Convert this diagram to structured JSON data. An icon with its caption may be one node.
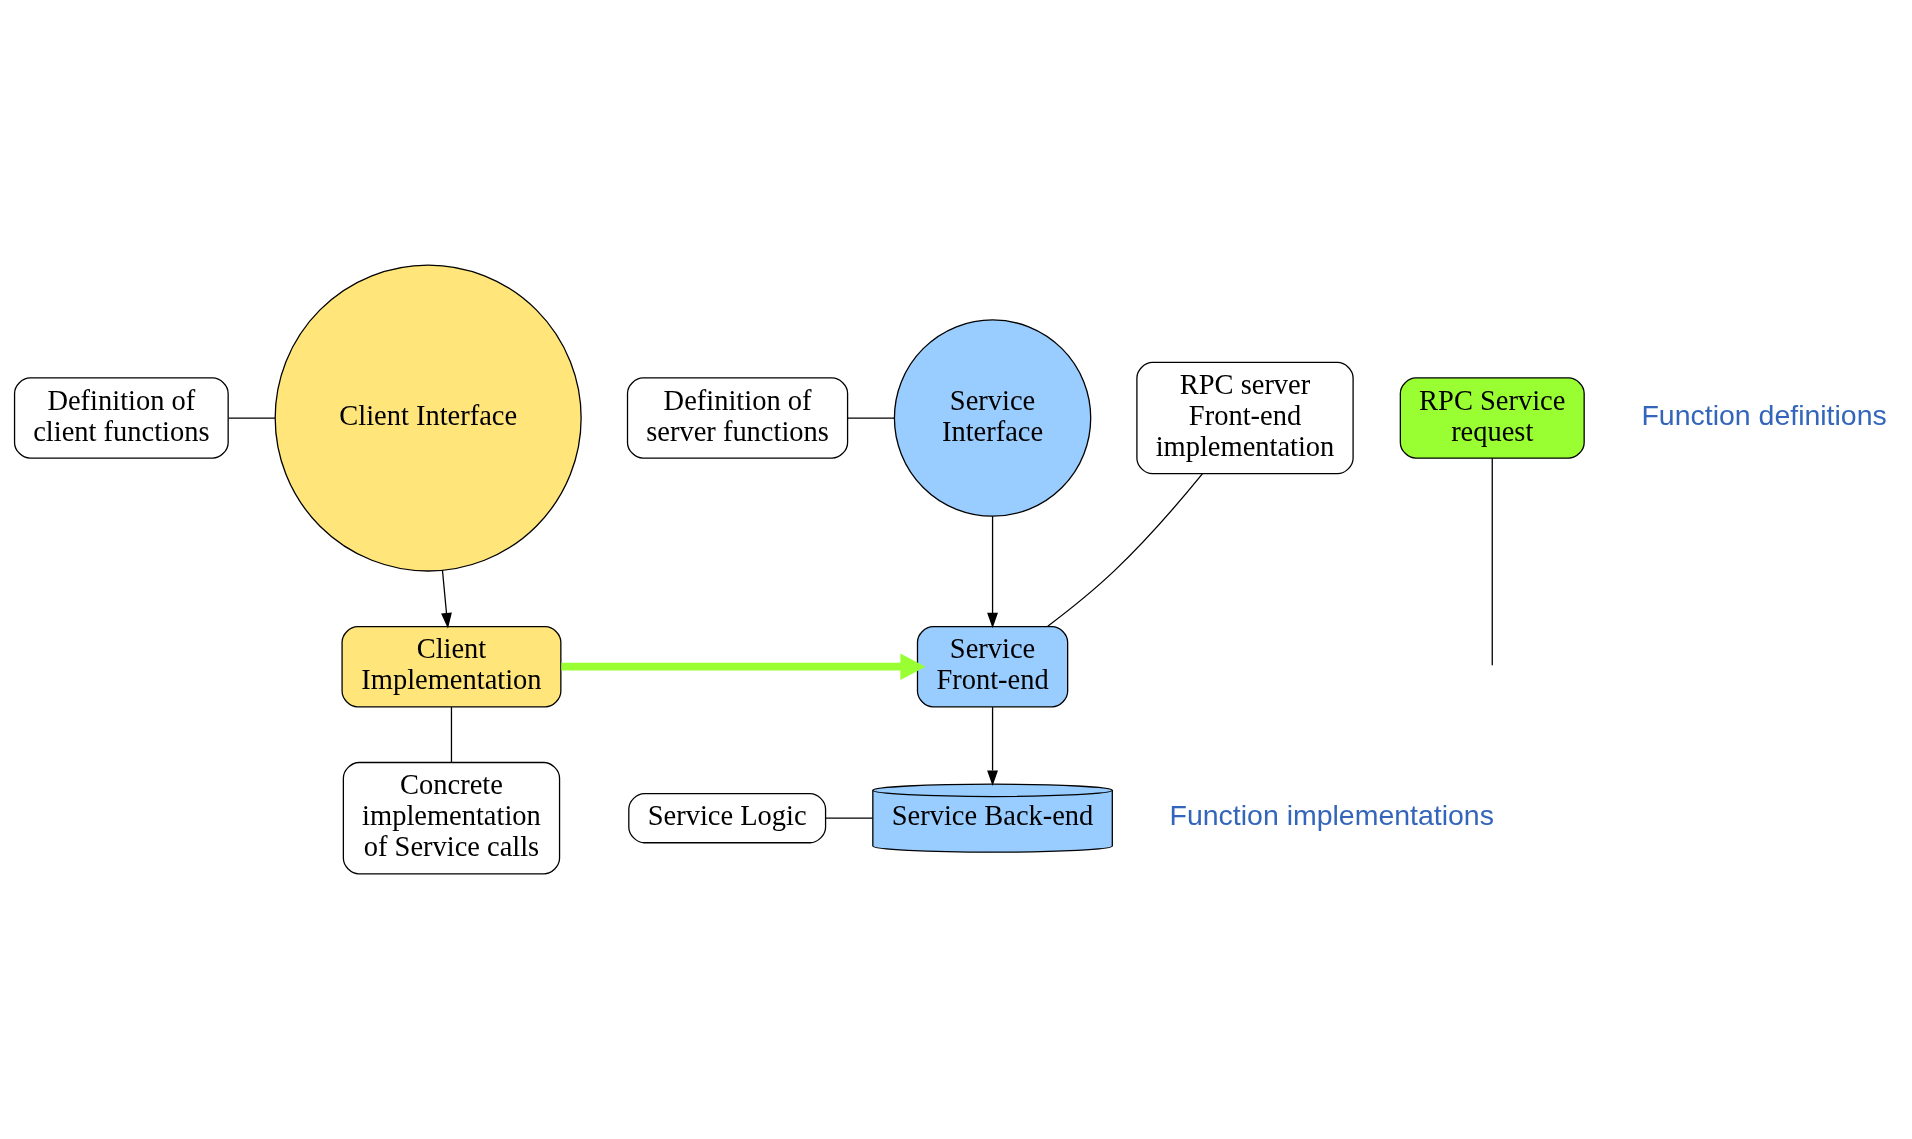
{
  "diagram": {
    "nodes": [
      {
        "text": [
          "Definition of client functions"
        ]
      },
      {
        "text": [
          "Client Interface"
        ]
      },
      {
        "text": [
          "RPC Service request"
        ]
      },
      {
        "text": [
          "Service Interface"
        ]
      },
      {
        "text": [
          "Definition of server functions"
        ]
      },
      {
        "text": [
          "RPC server Front-end implementation"
        ]
      },
      {
        "text": [
          "Client Implementation"
        ]
      },
      {
        "text": [
          "Service Front-end"
        ]
      },
      {
        "text": [
          "Concrete implementation of Service calls"
        ]
      },
      {
        "text": [
          "Service Back-end"
        ]
      },
      {
        "text": [
          "Service Logic"
        ]
      }
    ],
    "edges": [
      {
        "from": 0,
        "to": 1,
        "arrow": "none"
      },
      {
        "from": 4,
        "to": 3,
        "arrow": "none"
      },
      {
        "from": 1,
        "to": 6,
        "arrow": "to"
      },
      {
        "from": 3,
        "to": 7,
        "arrow": "to"
      },
      {
        "from": 5,
        "to": 7,
        "arrow": "none"
      },
      {
        "from": 6,
        "to": 7,
        "arrow": "to",
        "style": "thick",
        "color": "#99ff33"
      },
      {
        "from": 2,
        "to": null,
        "arrow": "none"
      },
      {
        "from": 8,
        "to": 6,
        "arrow": "none"
      },
      {
        "from": 7,
        "to": 9,
        "arrow": "to"
      },
      {
        "from": 10,
        "to": 9,
        "arrow": "none"
      }
    ],
    "labels": [
      "Function definitions",
      "Function implementations"
    ]
  }
}
